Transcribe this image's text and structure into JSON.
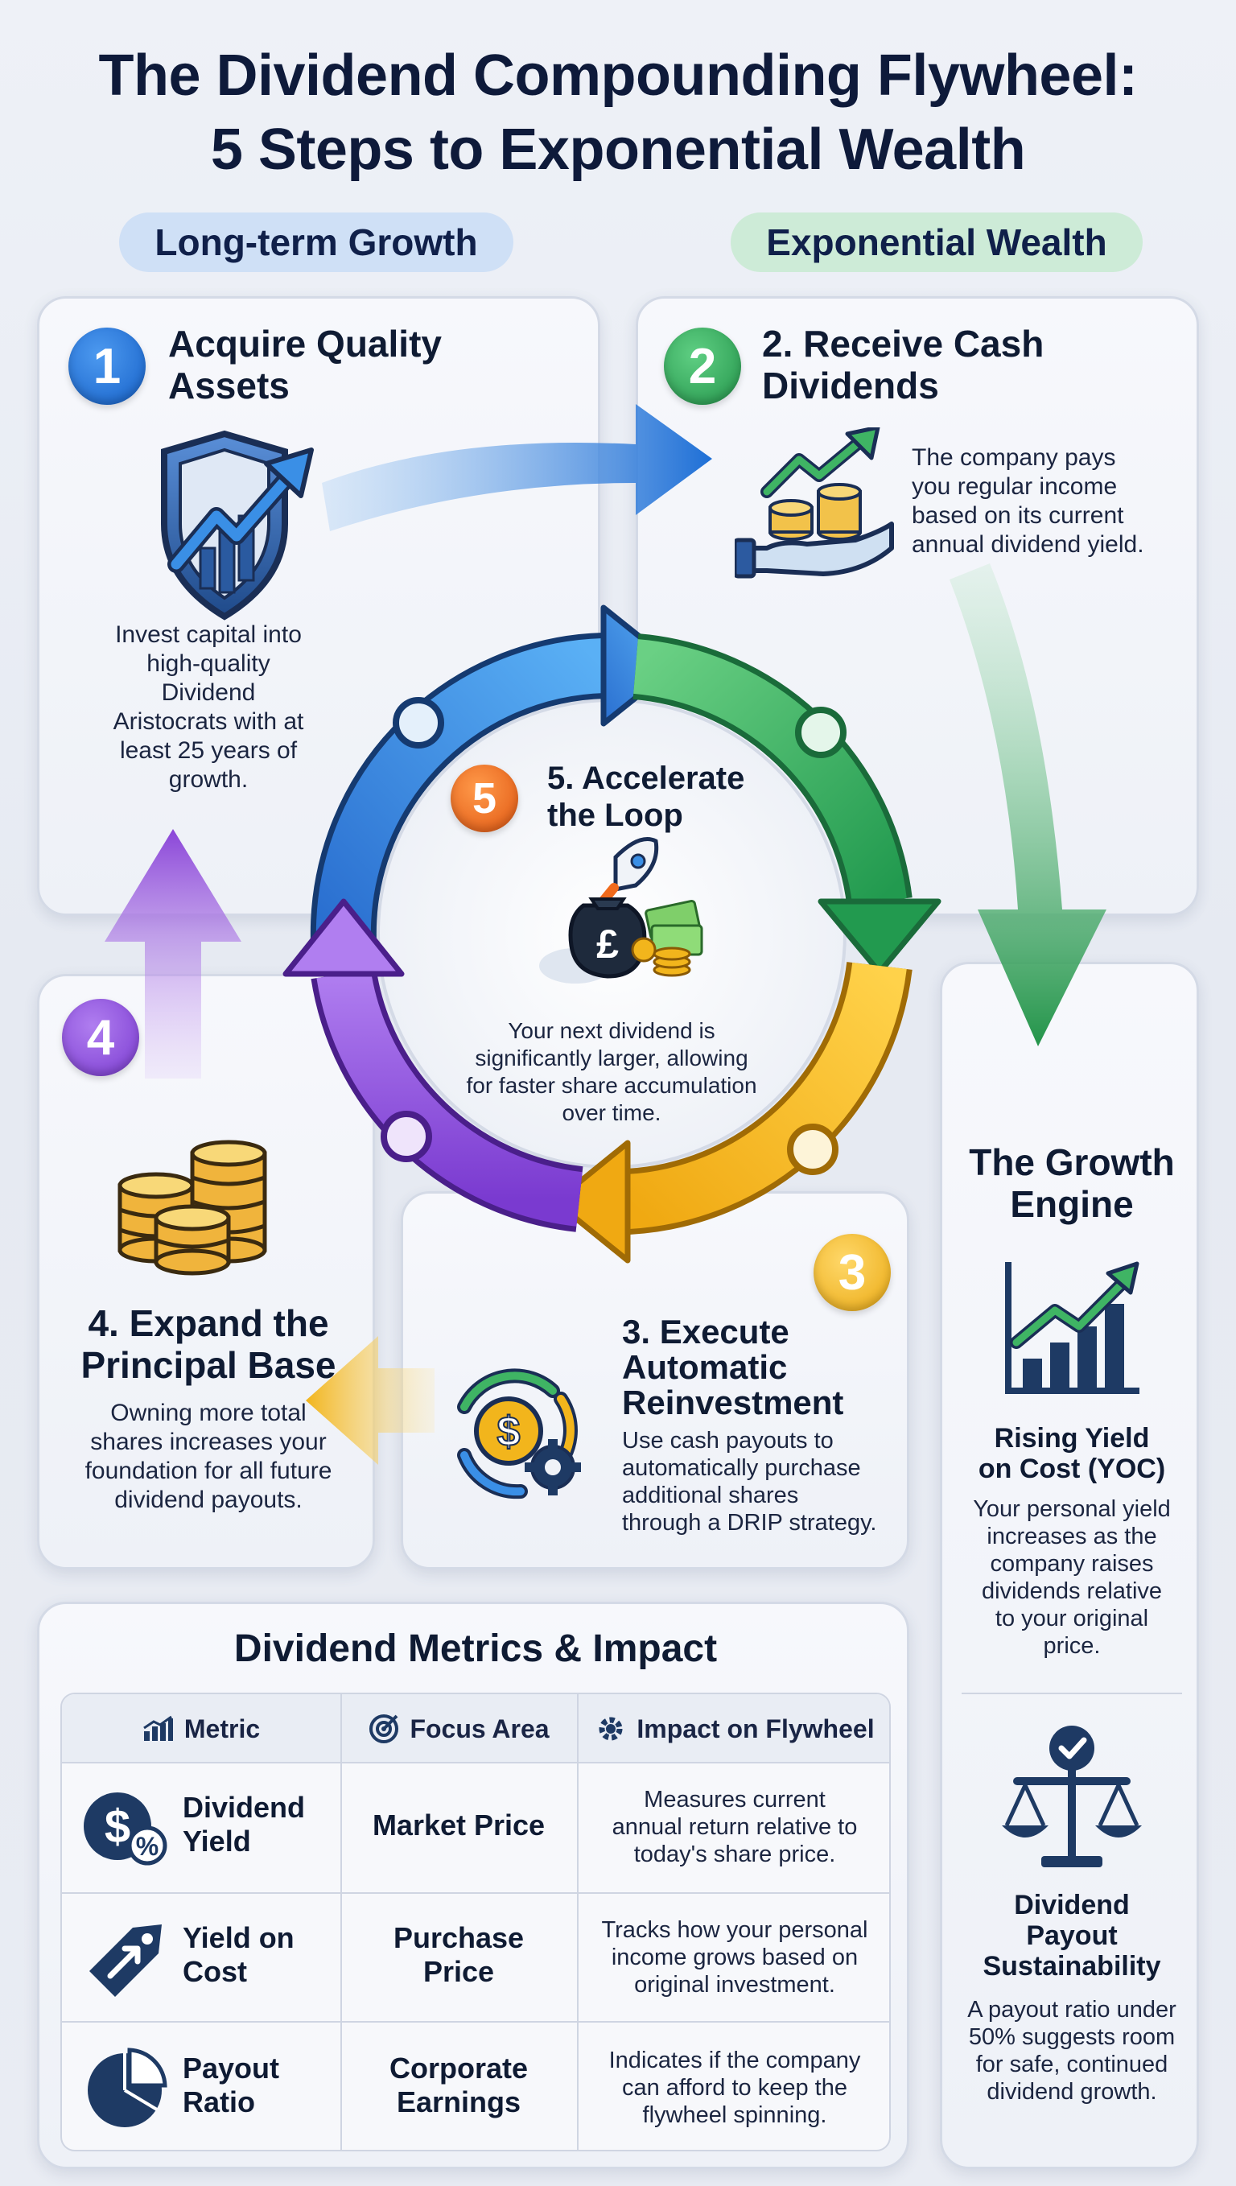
{
  "title": {
    "line1": "The Dividend Compounding Flywheel:",
    "line2": "5 Steps to Exponential Wealth"
  },
  "pills": {
    "left": "Long-term Growth",
    "right": "Exponential Wealth"
  },
  "steps": {
    "s1": {
      "number": "1",
      "title_l1": "Acquire Quality",
      "title_l2": "Assets",
      "text_lines": [
        "Invest capital into",
        "high-quality",
        "Dividend",
        "Aristocrats with at",
        "least 25 years of",
        "growth."
      ],
      "icon": "shield-growth-chart-icon"
    },
    "s2": {
      "number": "2",
      "title_l1": "2. Receive Cash",
      "title_l2": "Dividends",
      "text_lines": [
        "The company pays",
        "you regular income",
        "based on its current",
        "annual dividend yield."
      ],
      "icon": "hand-coins-icon"
    },
    "s3": {
      "number": "3",
      "title_l1": "3. Execute",
      "title_l2": "Automatic",
      "title_l3": "Reinvestment",
      "text_lines": [
        "Use cash payouts to",
        "automatically purchase",
        "additional shares",
        "through a DRIP strategy."
      ],
      "icon": "dollar-cycle-gear-icon"
    },
    "s4": {
      "number": "4",
      "title_l1": "4. Expand the",
      "title_l2": "Principal Base",
      "text_lines": [
        "Owning more total",
        "shares increases your",
        "foundation for all future",
        "dividend payouts."
      ],
      "icon": "coin-stacks-icon"
    },
    "s5": {
      "number": "5",
      "title_l1": "5. Accelerate",
      "title_l2": "the Loop",
      "text_lines": [
        "Your next dividend is",
        "significantly larger, allowing",
        "for faster share accumulation",
        "over time."
      ],
      "icon": "rocket-money-bag-icon"
    }
  },
  "growth_engine": {
    "title_l1": "The Growth",
    "title_l2": "Engine",
    "yoc": {
      "title_l1": "Rising Yield",
      "title_l2": "on Cost (YOC)",
      "text_lines": [
        "Your personal yield",
        "increases as the",
        "company raises",
        "dividends relative",
        "to your original",
        "price."
      ]
    },
    "sustain": {
      "title_l1": "Dividend",
      "title_l2": "Payout",
      "title_l3": "Sustainability",
      "text_lines": [
        "A payout ratio under",
        "50% suggests room",
        "for safe, continued",
        "dividend growth."
      ]
    }
  },
  "metrics": {
    "title": "Dividend Metrics & Impact",
    "headers": [
      "Metric",
      "Focus Area",
      "Impact on Flywheel"
    ],
    "rows": [
      {
        "name_l1": "Dividend",
        "name_l2": "Yield",
        "focus_l1": "Market Price",
        "focus_l2": "",
        "impact_lines": [
          "Measures current",
          "annual return relative to",
          "today's share price."
        ],
        "icon": "dollar-percent-icon"
      },
      {
        "name_l1": "Yield on",
        "name_l2": "Cost",
        "focus_l1": "Purchase",
        "focus_l2": "Price",
        "impact_lines": [
          "Tracks how your personal",
          "income grows based on",
          "original investment."
        ],
        "icon": "price-tag-arrow-icon"
      },
      {
        "name_l1": "Payout",
        "name_l2": "Ratio",
        "focus_l1": "Corporate",
        "focus_l2": "Earnings",
        "impact_lines": [
          "Indicates if the company",
          "can afford to keep the",
          "flywheel spinning."
        ],
        "icon": "pie-chart-icon"
      }
    ]
  },
  "colors": {
    "step1": "#1f6fd6",
    "step2": "#2fae5c",
    "step3": "#f2b51c",
    "step4": "#8a45d8",
    "step5": "#f06a1c",
    "navy": "#1e3a64"
  }
}
